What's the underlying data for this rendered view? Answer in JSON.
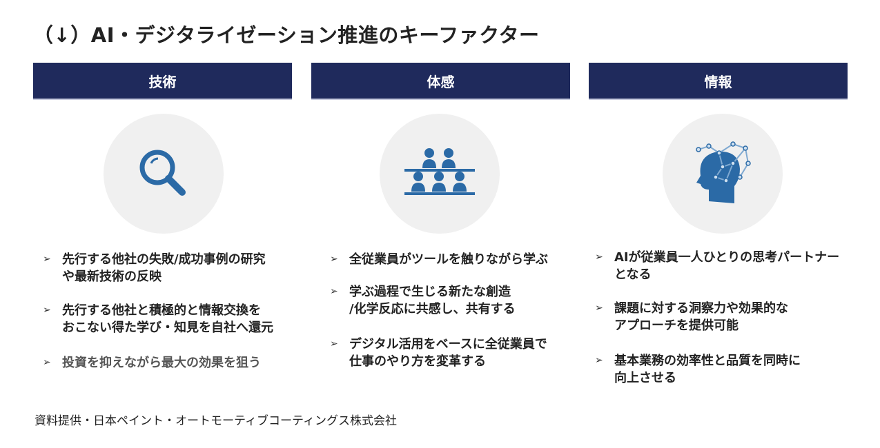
{
  "title": "（↓）AI・デジタライゼーション推進のキーファクター",
  "columns": [
    {
      "header": "技術",
      "icon": "magnifier-icon",
      "items": [
        "先行する他社の失敗/成功事例の研究\nや最新技術の反映",
        "先行する他社と積極的と情報交換を\nおこない得た学び・知見を自社へ還元",
        "投資を抑えながら最大の効果を狙う"
      ]
    },
    {
      "header": "体感",
      "icon": "audience-icon",
      "items": [
        "全従業員がツールを触りながら学ぶ",
        "学ぶ過程で生じる新たな創造\n/化学反応に共感し、共有する",
        "デジタル活用をベースに全従業員で\n仕事のやり方を変革する"
      ]
    },
    {
      "header": "情報",
      "icon": "ai-head-icon",
      "items": [
        "AIが従業員一人ひとりの思考パートナー\nとなる",
        "課題に対する洞察力や効果的な\nアプローチを提供可能",
        "基本業務の効率性と品質を同時に\n向上させる"
      ]
    }
  ],
  "bullet_glyph": "➢",
  "footer": "資料提供・日本ペイント・オートモーティブコーティングス株式会社",
  "colors": {
    "header_bg": "#1f2a5c",
    "icon": "#2b6aa6",
    "circle": "#f0f0f0"
  }
}
